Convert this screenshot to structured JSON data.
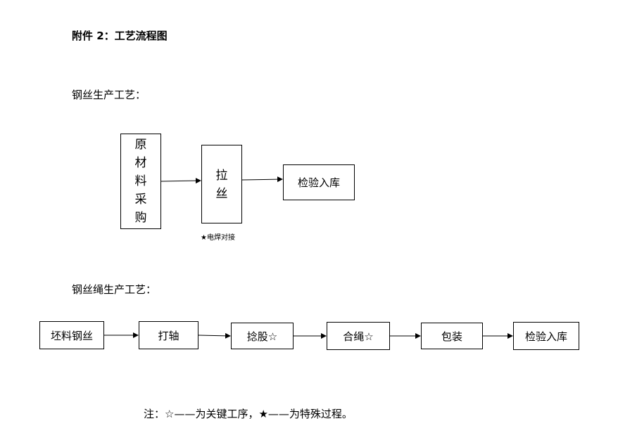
{
  "title": "附件 2：工艺流程图",
  "sections": {
    "wire": {
      "label": "钢丝生产工艺：",
      "raw_material": [
        "原",
        "材",
        "料",
        "采",
        "购"
      ],
      "drawing": [
        "拉",
        "丝"
      ],
      "inspection": "检验入库",
      "special_note": "★电焊对接"
    },
    "rope": {
      "label": "钢丝绳生产工艺：",
      "steps": [
        "坯料钢丝",
        "打轴",
        "捻股☆",
        "合绳☆",
        "包装",
        "检验入库"
      ]
    }
  },
  "footnote": "注：☆——为关键工序，★——为特殊过程。"
}
